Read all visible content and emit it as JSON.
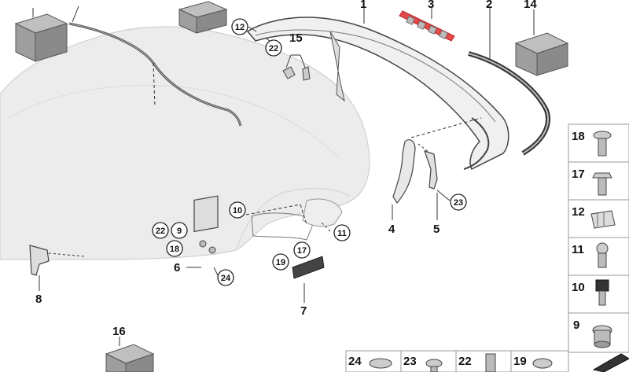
{
  "diagram": {
    "callouts_plain": [
      "1",
      "2",
      "3",
      "4",
      "5",
      "6",
      "7",
      "8",
      "14",
      "15",
      "16"
    ],
    "callouts_circled": [
      "9",
      "10",
      "11",
      "12",
      "17",
      "18",
      "19",
      "22",
      "22",
      "23",
      "24"
    ],
    "parts_panel_right": [
      {
        "number": "18",
        "icon": "torx-screw-icon"
      },
      {
        "number": "17",
        "icon": "hex-bolt-icon"
      },
      {
        "number": "12",
        "icon": "spring-clip-icon"
      },
      {
        "number": "11",
        "icon": "ball-stud-icon"
      },
      {
        "number": "10",
        "icon": "rubber-buffer-icon"
      },
      {
        "number": "9",
        "icon": "nut-cage-icon"
      }
    ],
    "parts_panel_bottom": [
      {
        "number": "24",
        "icon": "flat-screw-icon"
      },
      {
        "number": "23",
        "icon": "torx-screw-icon"
      },
      {
        "number": "22",
        "icon": "stud-bolt-icon"
      },
      {
        "number": "19",
        "icon": "washer-screw-icon"
      }
    ]
  }
}
